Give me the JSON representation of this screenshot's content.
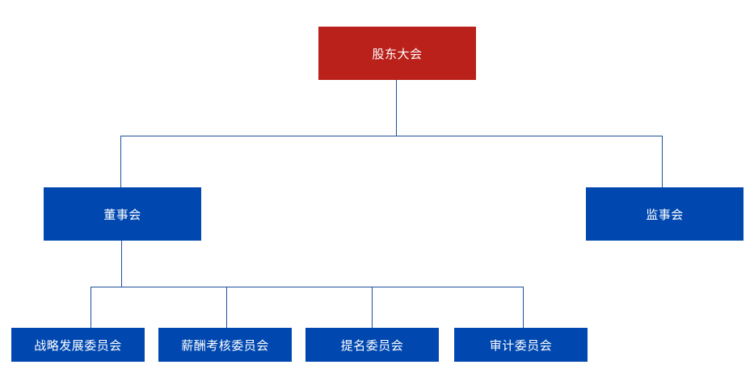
{
  "org_chart": {
    "root": {
      "label": "股东大会"
    },
    "level2": {
      "board": {
        "label": "董事会"
      },
      "supervisory": {
        "label": "监事会"
      }
    },
    "committees": [
      {
        "label": "战略发展委员会"
      },
      {
        "label": "薪酬考核委员会"
      },
      {
        "label": "提名委员会"
      },
      {
        "label": "审计委员会"
      }
    ]
  },
  "colors": {
    "root_fill": "#b9211a",
    "node_fill": "#0048b0",
    "connector": "#1f4f9c",
    "text": "#ffffff"
  }
}
